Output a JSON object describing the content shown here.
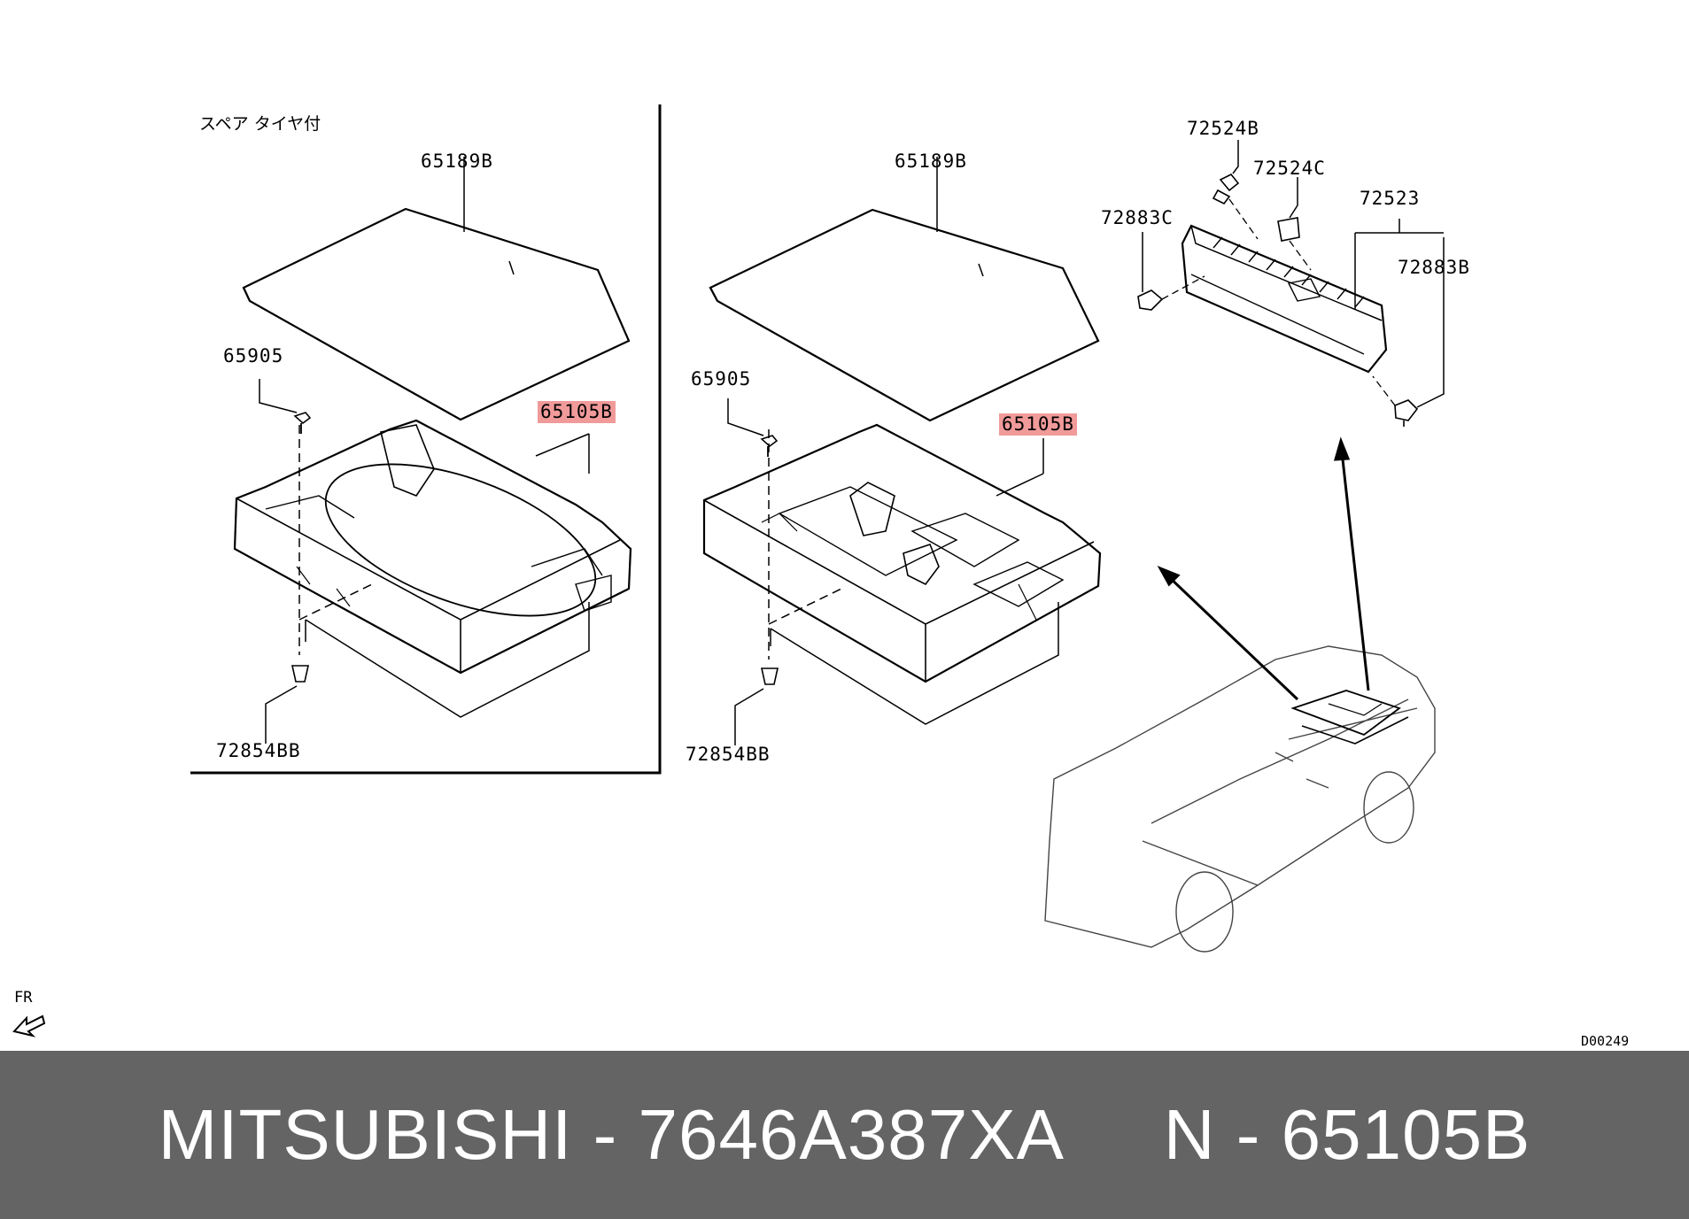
{
  "labels": {
    "spare_tire_note": "スペア タイヤ付",
    "left_cover": "65189B",
    "left_clip": "65905",
    "left_box": "65105B",
    "left_fastener": "72854BB",
    "mid_cover": "65189B",
    "mid_clip": "65905",
    "mid_box": "65105B",
    "mid_fastener": "72854BB",
    "right_bolt": "72524B",
    "right_nut": "72524C",
    "right_trim": "72523",
    "right_clip_left": "72883C",
    "right_clip_right": "72883B",
    "fr_label": "FR",
    "drawing_code": "D00249"
  },
  "banner": {
    "text": "MITSUBISHI - 7646A387XA     N - 65105B"
  },
  "colors": {
    "highlight": "#f19a9a",
    "banner_bg": "#646464",
    "banner_text": "#ffffff"
  }
}
